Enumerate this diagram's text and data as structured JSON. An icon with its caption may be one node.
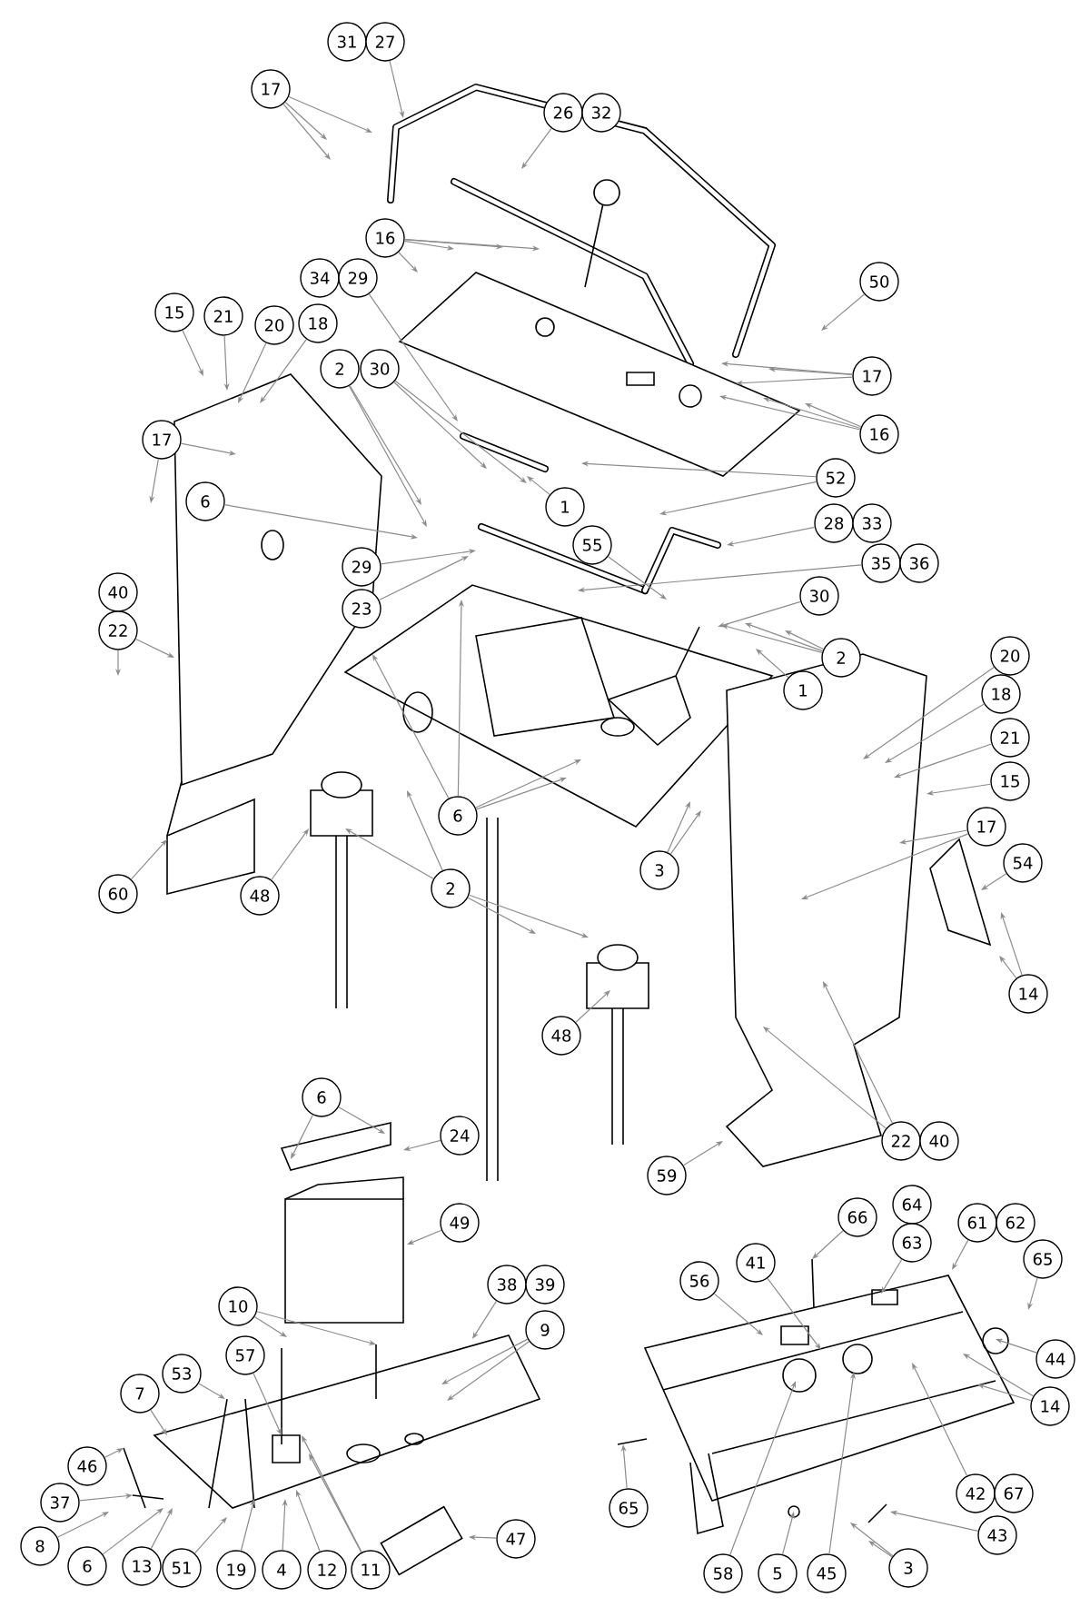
{
  "diagram": {
    "nodes": [
      {
        "text": [
          "31"
        ]
      },
      {
        "text": [
          "27"
        ]
      },
      {
        "text": [
          "17"
        ]
      },
      {
        "text": [
          "26"
        ]
      },
      {
        "text": [
          "32"
        ]
      },
      {
        "text": [
          "16"
        ]
      },
      {
        "text": [
          "34"
        ]
      },
      {
        "text": [
          "29"
        ]
      },
      {
        "text": [
          "50"
        ]
      },
      {
        "text": [
          "15"
        ]
      },
      {
        "text": [
          "21"
        ]
      },
      {
        "text": [
          "20"
        ]
      },
      {
        "text": [
          "18"
        ]
      },
      {
        "text": [
          "2"
        ]
      },
      {
        "text": [
          "30"
        ]
      },
      {
        "text": [
          "17"
        ]
      },
      {
        "text": [
          "17"
        ]
      },
      {
        "text": [
          "16"
        ]
      },
      {
        "text": [
          "52"
        ]
      },
      {
        "text": [
          "6"
        ]
      },
      {
        "text": [
          "1"
        ]
      },
      {
        "text": [
          "28"
        ]
      },
      {
        "text": [
          "33"
        ]
      },
      {
        "text": [
          "55"
        ]
      },
      {
        "text": [
          "35"
        ]
      },
      {
        "text": [
          "36"
        ]
      },
      {
        "text": [
          "29"
        ]
      },
      {
        "text": [
          "40"
        ]
      },
      {
        "text": [
          "30"
        ]
      },
      {
        "text": [
          "22"
        ]
      },
      {
        "text": [
          "23"
        ]
      },
      {
        "text": [
          "2"
        ]
      },
      {
        "text": [
          "20"
        ]
      },
      {
        "text": [
          "1"
        ]
      },
      {
        "text": [
          "18"
        ]
      },
      {
        "text": [
          "21"
        ]
      },
      {
        "text": [
          "15"
        ]
      },
      {
        "text": [
          "6"
        ]
      },
      {
        "text": [
          "17"
        ]
      },
      {
        "text": [
          "54"
        ]
      },
      {
        "text": [
          "3"
        ]
      },
      {
        "text": [
          "2"
        ]
      },
      {
        "text": [
          "60"
        ]
      },
      {
        "text": [
          "48"
        ]
      },
      {
        "text": [
          "14"
        ]
      },
      {
        "text": [
          "48"
        ]
      },
      {
        "text": [
          "6"
        ]
      },
      {
        "text": [
          "22"
        ]
      },
      {
        "text": [
          "40"
        ]
      },
      {
        "text": [
          "24"
        ]
      },
      {
        "text": [
          "59"
        ]
      },
      {
        "text": [
          "66"
        ]
      },
      {
        "text": [
          "64"
        ]
      },
      {
        "text": [
          "61"
        ]
      },
      {
        "text": [
          "62"
        ]
      },
      {
        "text": [
          "49"
        ]
      },
      {
        "text": [
          "63"
        ]
      },
      {
        "text": [
          "65"
        ]
      },
      {
        "text": [
          "41"
        ]
      },
      {
        "text": [
          "56"
        ]
      },
      {
        "text": [
          "38"
        ]
      },
      {
        "text": [
          "39"
        ]
      },
      {
        "text": [
          "10"
        ]
      },
      {
        "text": [
          "9"
        ]
      },
      {
        "text": [
          "44"
        ]
      },
      {
        "text": [
          "57"
        ]
      },
      {
        "text": [
          "53"
        ]
      },
      {
        "text": [
          "7"
        ]
      },
      {
        "text": [
          "14"
        ]
      },
      {
        "text": [
          "46"
        ]
      },
      {
        "text": [
          "42"
        ]
      },
      {
        "text": [
          "67"
        ]
      },
      {
        "text": [
          "37"
        ]
      },
      {
        "text": [
          "65"
        ]
      },
      {
        "text": [
          "43"
        ]
      },
      {
        "text": [
          "47"
        ]
      },
      {
        "text": [
          "8"
        ]
      },
      {
        "text": [
          "6"
        ]
      },
      {
        "text": [
          "13"
        ]
      },
      {
        "text": [
          "51"
        ]
      },
      {
        "text": [
          "19"
        ]
      },
      {
        "text": [
          "4"
        ]
      },
      {
        "text": [
          "12"
        ]
      },
      {
        "text": [
          "11"
        ]
      },
      {
        "text": [
          "3"
        ]
      },
      {
        "text": [
          "58"
        ]
      },
      {
        "text": [
          "5"
        ]
      },
      {
        "text": [
          "45"
        ]
      }
    ],
    "edges": [
      {
        "from": 1,
        "to": null,
        "arrow": "to"
      },
      {
        "from": 2,
        "to": null,
        "arrow": "to"
      },
      {
        "from": 2,
        "to": null,
        "arrow": "to"
      },
      {
        "from": 2,
        "to": null,
        "arrow": "to"
      },
      {
        "from": 3,
        "to": null,
        "arrow": "to"
      },
      {
        "from": 5,
        "to": null,
        "arrow": "to"
      },
      {
        "from": 5,
        "to": null,
        "arrow": "to"
      },
      {
        "from": 5,
        "to": null,
        "arrow": "to"
      },
      {
        "from": 5,
        "to": null,
        "arrow": "to"
      },
      {
        "from": 7,
        "to": null,
        "arrow": "to"
      },
      {
        "from": 8,
        "to": null,
        "arrow": "to"
      },
      {
        "from": 9,
        "to": null,
        "arrow": "to"
      },
      {
        "from": 10,
        "to": null,
        "arrow": "to"
      },
      {
        "from": 11,
        "to": null,
        "arrow": "to"
      },
      {
        "from": 12,
        "to": null,
        "arrow": "to"
      },
      {
        "from": 13,
        "to": null,
        "arrow": "to"
      },
      {
        "from": 13,
        "to": null,
        "arrow": "to"
      },
      {
        "from": 14,
        "to": null,
        "arrow": "to"
      },
      {
        "from": 14,
        "to": null,
        "arrow": "to"
      },
      {
        "from": 15,
        "to": null,
        "arrow": "to"
      },
      {
        "from": 15,
        "to": null,
        "arrow": "to"
      },
      {
        "from": 15,
        "to": null,
        "arrow": "to"
      },
      {
        "from": 16,
        "to": null,
        "arrow": "to"
      },
      {
        "from": 16,
        "to": null,
        "arrow": "to"
      },
      {
        "from": 17,
        "to": null,
        "arrow": "to"
      },
      {
        "from": 17,
        "to": null,
        "arrow": "to"
      },
      {
        "from": 17,
        "to": null,
        "arrow": "to"
      },
      {
        "from": 18,
        "to": null,
        "arrow": "to"
      },
      {
        "from": 18,
        "to": null,
        "arrow": "to"
      },
      {
        "from": 19,
        "to": null,
        "arrow": "to"
      },
      {
        "from": 20,
        "to": null,
        "arrow": "to"
      },
      {
        "from": 21,
        "to": null,
        "arrow": "to"
      },
      {
        "from": 23,
        "to": null,
        "arrow": "to"
      },
      {
        "from": 24,
        "to": null,
        "arrow": "to"
      },
      {
        "from": 26,
        "to": null,
        "arrow": "to"
      },
      {
        "from": 28,
        "to": null,
        "arrow": "to"
      },
      {
        "from": 29,
        "to": null,
        "arrow": "to"
      },
      {
        "from": 29,
        "to": null,
        "arrow": "to"
      },
      {
        "from": 30,
        "to": null,
        "arrow": "to"
      },
      {
        "from": 31,
        "to": null,
        "arrow": "to"
      },
      {
        "from": 31,
        "to": null,
        "arrow": "to"
      },
      {
        "from": 31,
        "to": null,
        "arrow": "to"
      },
      {
        "from": 32,
        "to": null,
        "arrow": "to"
      },
      {
        "from": 33,
        "to": null,
        "arrow": "to"
      },
      {
        "from": 34,
        "to": null,
        "arrow": "to"
      },
      {
        "from": 35,
        "to": null,
        "arrow": "to"
      },
      {
        "from": 36,
        "to": null,
        "arrow": "to"
      },
      {
        "from": 37,
        "to": null,
        "arrow": "to"
      },
      {
        "from": 37,
        "to": null,
        "arrow": "to"
      },
      {
        "from": 37,
        "to": null,
        "arrow": "to"
      },
      {
        "from": 37,
        "to": null,
        "arrow": "to"
      },
      {
        "from": 38,
        "to": null,
        "arrow": "to"
      },
      {
        "from": 38,
        "to": null,
        "arrow": "to"
      },
      {
        "from": 39,
        "to": null,
        "arrow": "to"
      },
      {
        "from": 40,
        "to": null,
        "arrow": "to"
      },
      {
        "from": 40,
        "to": null,
        "arrow": "to"
      },
      {
        "from": 41,
        "to": null,
        "arrow": "to"
      },
      {
        "from": 41,
        "to": null,
        "arrow": "to"
      },
      {
        "from": 41,
        "to": null,
        "arrow": "to"
      },
      {
        "from": 41,
        "to": null,
        "arrow": "to"
      },
      {
        "from": 42,
        "to": null,
        "arrow": "to"
      },
      {
        "from": 43,
        "to": null,
        "arrow": "to"
      },
      {
        "from": 44,
        "to": null,
        "arrow": "to"
      },
      {
        "from": 44,
        "to": null,
        "arrow": "to"
      },
      {
        "from": 45,
        "to": null,
        "arrow": "to"
      },
      {
        "from": 46,
        "to": null,
        "arrow": "to"
      },
      {
        "from": 46,
        "to": null,
        "arrow": "to"
      },
      {
        "from": 47,
        "to": null,
        "arrow": "to"
      },
      {
        "from": 47,
        "to": null,
        "arrow": "to"
      },
      {
        "from": 49,
        "to": null,
        "arrow": "to"
      },
      {
        "from": 50,
        "to": null,
        "arrow": "to"
      },
      {
        "from": 51,
        "to": null,
        "arrow": "to"
      },
      {
        "from": 53,
        "to": null,
        "arrow": "to"
      },
      {
        "from": 55,
        "to": null,
        "arrow": "to"
      },
      {
        "from": 56,
        "to": null,
        "arrow": "to"
      },
      {
        "from": 57,
        "to": null,
        "arrow": "to"
      },
      {
        "from": 58,
        "to": null,
        "arrow": "to"
      },
      {
        "from": 59,
        "to": null,
        "arrow": "to"
      },
      {
        "from": 60,
        "to": null,
        "arrow": "to"
      },
      {
        "from": 62,
        "to": null,
        "arrow": "to"
      },
      {
        "from": 62,
        "to": null,
        "arrow": "to"
      },
      {
        "from": 63,
        "to": null,
        "arrow": "to"
      },
      {
        "from": 63,
        "to": null,
        "arrow": "to"
      },
      {
        "from": 64,
        "to": null,
        "arrow": "to"
      },
      {
        "from": 65,
        "to": null,
        "arrow": "to"
      },
      {
        "from": 66,
        "to": null,
        "arrow": "to"
      },
      {
        "from": 67,
        "to": null,
        "arrow": "to"
      },
      {
        "from": 68,
        "to": null,
        "arrow": "to"
      },
      {
        "from": 68,
        "to": null,
        "arrow": "to"
      },
      {
        "from": 69,
        "to": null,
        "arrow": "to"
      },
      {
        "from": 70,
        "to": null,
        "arrow": "to"
      },
      {
        "from": 72,
        "to": null,
        "arrow": "to"
      },
      {
        "from": 73,
        "to": null,
        "arrow": "to"
      },
      {
        "from": 74,
        "to": null,
        "arrow": "to"
      },
      {
        "from": 75,
        "to": null,
        "arrow": "to"
      },
      {
        "from": 76,
        "to": null,
        "arrow": "to"
      },
      {
        "from": 77,
        "to": null,
        "arrow": "to"
      },
      {
        "from": 78,
        "to": null,
        "arrow": "to"
      },
      {
        "from": 79,
        "to": null,
        "arrow": "to"
      },
      {
        "from": 80,
        "to": null,
        "arrow": "to"
      },
      {
        "from": 81,
        "to": null,
        "arrow": "to"
      },
      {
        "from": 82,
        "to": null,
        "arrow": "to"
      },
      {
        "from": 83,
        "to": null,
        "arrow": "to"
      },
      {
        "from": 83,
        "to": null,
        "arrow": "to"
      },
      {
        "from": 84,
        "to": null,
        "arrow": "to"
      },
      {
        "from": 84,
        "to": null,
        "arrow": "to"
      },
      {
        "from": 85,
        "to": null,
        "arrow": "to"
      },
      {
        "from": 86,
        "to": null,
        "arrow": "to"
      },
      {
        "from": 87,
        "to": null,
        "arrow": "to"
      }
    ]
  }
}
